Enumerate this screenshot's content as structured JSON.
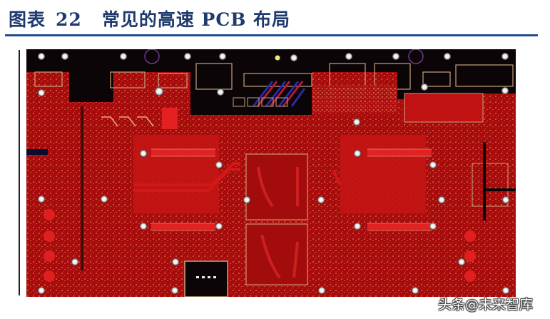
{
  "figure": {
    "label": "图表",
    "number": "22",
    "caption": "常见的高速 PCB 布局",
    "accent_color": "#1f3a6e",
    "rule_color": "#1f4e8c"
  },
  "image": {
    "subject": "high-speed PCB layout photo",
    "board_color": "#b10c0c",
    "silkscreen_color": "#e8b070",
    "top_strip_color": "#0a0406",
    "mounting_hole_color": "#f4f4f4"
  },
  "watermark": {
    "text": "头条@未来智库"
  }
}
